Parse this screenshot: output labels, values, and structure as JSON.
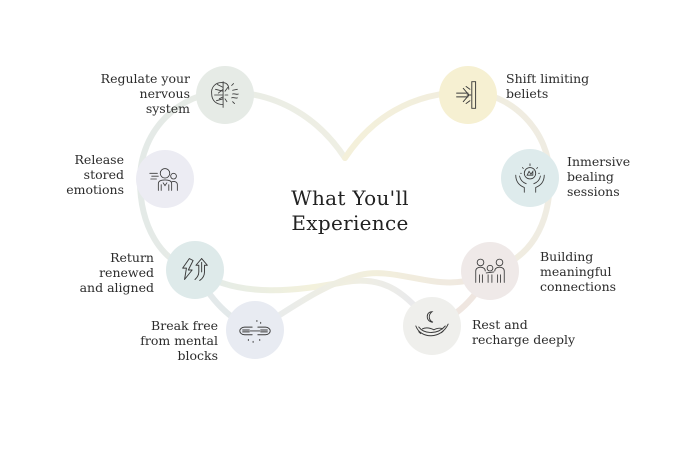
{
  "title": {
    "line1": "What You'll",
    "line2": "Experience"
  },
  "colors": {
    "path_left": "#e3e9e6",
    "path_right": "#f3eed6",
    "icon_stroke": "#3a3a3a"
  },
  "nodes": [
    {
      "id": "regulate",
      "icon": "brain-icon",
      "label": "Regulate your\nnervous system",
      "color": "#e6ebe6"
    },
    {
      "id": "shift",
      "icon": "wall-arrow-icon",
      "label": "Shift limiting\nbeliets",
      "color": "#f6f0d2"
    },
    {
      "id": "release",
      "icon": "people-emotion-icon",
      "label": "Release\nstored\nemotions",
      "color": "#ececf3"
    },
    {
      "id": "immersive",
      "icon": "hands-healing-icon",
      "label": "Inmersive\nbealing\nsessions",
      "color": "#deebec"
    },
    {
      "id": "return",
      "icon": "arrows-up-icon",
      "label": "Return\nrenewed\nand aligned",
      "color": "#deeaea"
    },
    {
      "id": "building",
      "icon": "family-icon",
      "label": "Building\nmeaningful\nconnections",
      "color": "#efe9e8"
    },
    {
      "id": "break",
      "icon": "broken-chain-icon",
      "label": "Break free\nfrom mental\nblocks",
      "color": "#e8ebf2"
    },
    {
      "id": "rest",
      "icon": "moon-hammock-icon",
      "label": "Rest and\nrecharge deeply",
      "color": "#efefec"
    }
  ]
}
